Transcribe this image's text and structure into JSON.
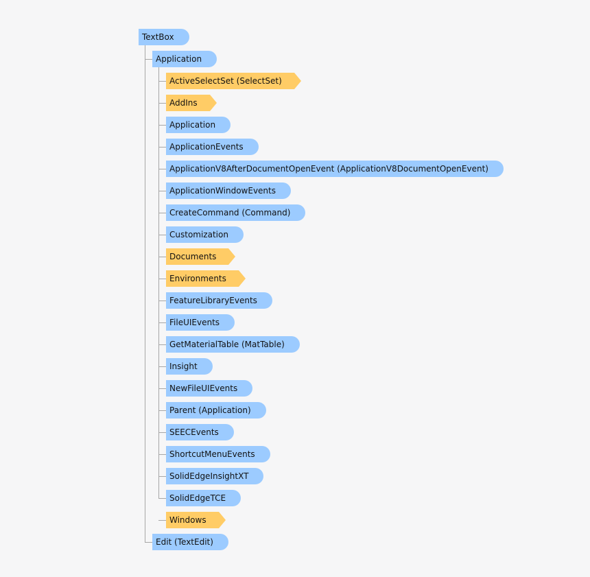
{
  "colors": {
    "object": "#9ccbff",
    "collection": "#ffcc66",
    "connector": "#a6a6a6",
    "background": "#f6f6f7"
  },
  "root": {
    "label": "TextBox",
    "kind": "object"
  },
  "application": {
    "label": "Application",
    "kind": "object"
  },
  "members": [
    {
      "label": "ActiveSelectSet (SelectSet)",
      "kind": "collection"
    },
    {
      "label": "AddIns",
      "kind": "collection"
    },
    {
      "label": "Application",
      "kind": "object"
    },
    {
      "label": "ApplicationEvents",
      "kind": "object"
    },
    {
      "label": "ApplicationV8AfterDocumentOpenEvent (ApplicationV8DocumentOpenEvent)",
      "kind": "object"
    },
    {
      "label": "ApplicationWindowEvents",
      "kind": "object"
    },
    {
      "label": "CreateCommand (Command)",
      "kind": "object"
    },
    {
      "label": "Customization",
      "kind": "object"
    },
    {
      "label": "Documents",
      "kind": "collection"
    },
    {
      "label": "Environments",
      "kind": "collection"
    },
    {
      "label": "FeatureLibraryEvents",
      "kind": "object"
    },
    {
      "label": "FileUIEvents",
      "kind": "object"
    },
    {
      "label": "GetMaterialTable (MatTable)",
      "kind": "object"
    },
    {
      "label": "Insight",
      "kind": "object"
    },
    {
      "label": "NewFileUIEvents",
      "kind": "object"
    },
    {
      "label": "Parent (Application)",
      "kind": "object"
    },
    {
      "label": "SEECEvents",
      "kind": "object"
    },
    {
      "label": "ShortcutMenuEvents",
      "kind": "object"
    },
    {
      "label": "SolidEdgeInsightXT",
      "kind": "object"
    },
    {
      "label": "SolidEdgeTCE",
      "kind": "object"
    },
    {
      "label": "Windows",
      "kind": "collection"
    }
  ],
  "edit": {
    "label": "Edit (TextEdit)",
    "kind": "object"
  }
}
